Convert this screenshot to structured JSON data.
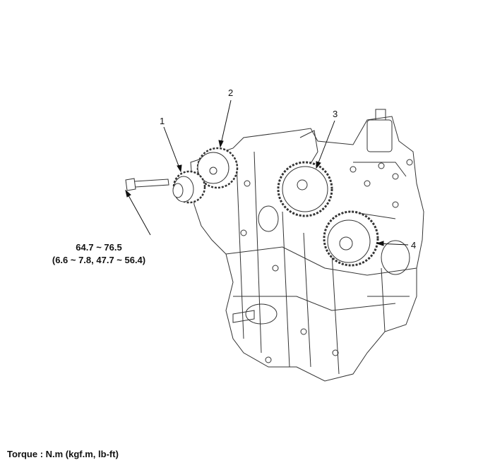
{
  "callouts": [
    {
      "number": "1",
      "part": "sprocket-1"
    },
    {
      "number": "2",
      "part": "sprocket-2"
    },
    {
      "number": "3",
      "part": "sprocket-3"
    },
    {
      "number": "4",
      "part": "sprocket-4"
    }
  ],
  "torque_spec": {
    "line1": "64.7 ~ 76.5",
    "line2": "(6.6 ~ 7.8, 47.7 ~ 56.4)"
  },
  "footer": "Torque : N.m (kgf.m, lb-ft)"
}
